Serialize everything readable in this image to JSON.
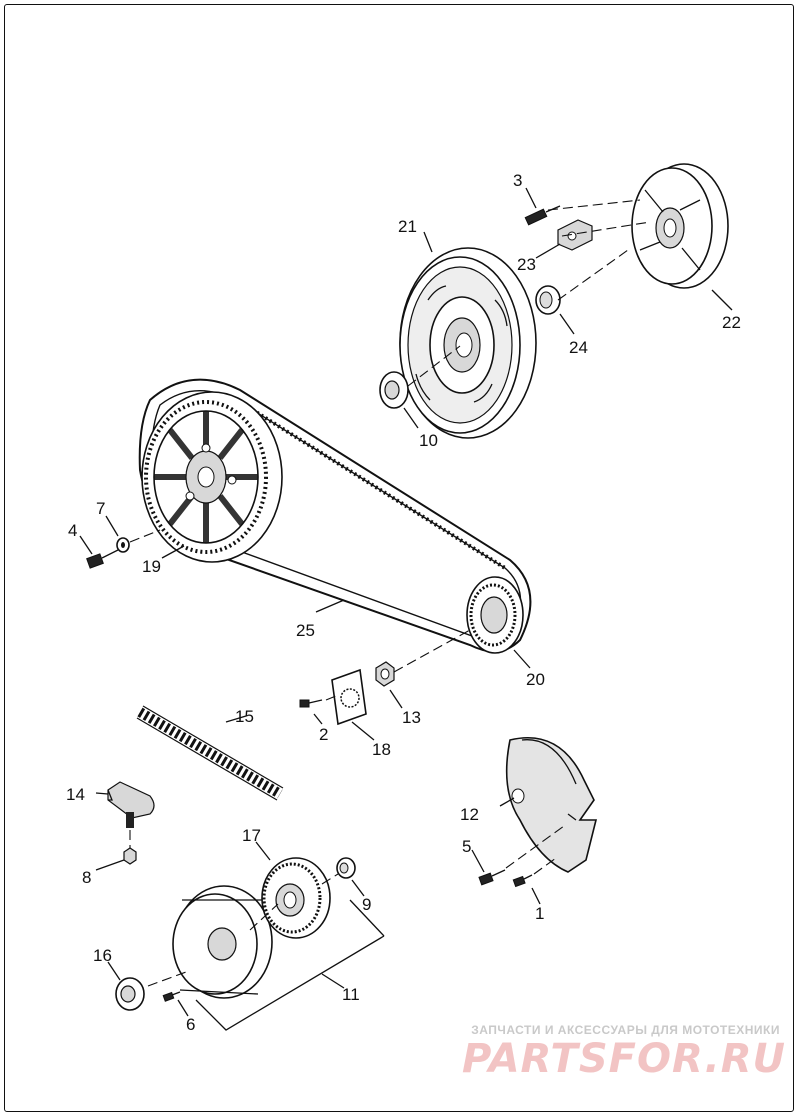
{
  "diagram": {
    "callouts": [
      {
        "id": "c1",
        "label": "1"
      },
      {
        "id": "c2",
        "label": "2"
      },
      {
        "id": "c3",
        "label": "3"
      },
      {
        "id": "c4",
        "label": "4"
      },
      {
        "id": "c5",
        "label": "5"
      },
      {
        "id": "c6",
        "label": "6"
      },
      {
        "id": "c7",
        "label": "7"
      },
      {
        "id": "c8",
        "label": "8"
      },
      {
        "id": "c9",
        "label": "9"
      },
      {
        "id": "c10",
        "label": "10"
      },
      {
        "id": "c11",
        "label": "11"
      },
      {
        "id": "c12",
        "label": "12"
      },
      {
        "id": "c13",
        "label": "13"
      },
      {
        "id": "c14",
        "label": "14"
      },
      {
        "id": "c15",
        "label": "15"
      },
      {
        "id": "c16",
        "label": "16"
      },
      {
        "id": "c17",
        "label": "17"
      },
      {
        "id": "c18",
        "label": "18"
      },
      {
        "id": "c19",
        "label": "19"
      },
      {
        "id": "c20",
        "label": "20"
      },
      {
        "id": "c21",
        "label": "21"
      },
      {
        "id": "c22",
        "label": "22"
      },
      {
        "id": "c23",
        "label": "23"
      },
      {
        "id": "c24",
        "label": "24"
      },
      {
        "id": "c25",
        "label": "25"
      }
    ]
  },
  "watermark": {
    "tagline": "ЗАПЧАСТИ И АКСЕССУАРЫ ДЛЯ МОТОТЕХНИКИ",
    "brand": "PARTSFOR.RU",
    "color": "#f2c4c4"
  }
}
